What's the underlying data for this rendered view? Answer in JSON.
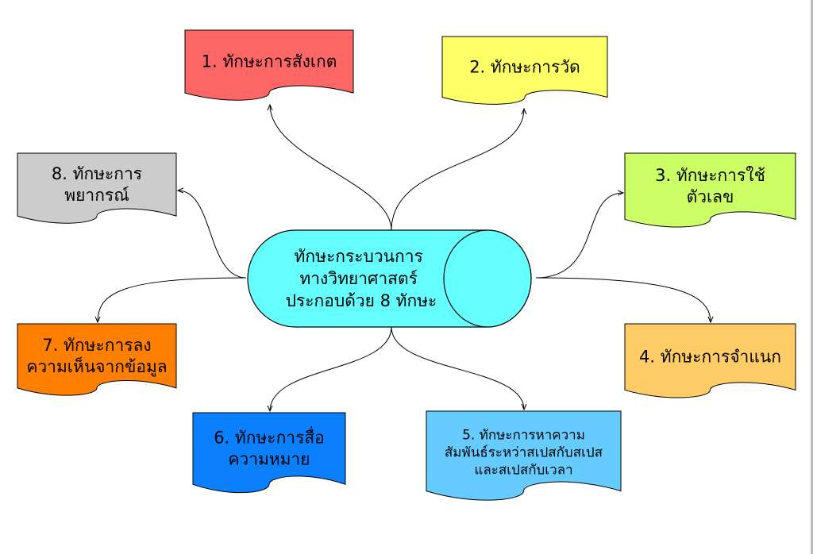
{
  "center": {
    "lines": [
      "ทักษะกระบวนการ",
      "ทางวิทยาศาสตร์",
      "ประกอบด้วย 8 ทักษะ"
    ],
    "color": "#66ffff"
  },
  "skills": [
    {
      "lines": [
        "1. ทักษะการสังเกต"
      ],
      "color": "#ff6666"
    },
    {
      "lines": [
        "2. ทักษะการวัด"
      ],
      "color": "#ffff66"
    },
    {
      "lines": [
        "3. ทักษะการใช้",
        "ตัวเลข"
      ],
      "color": "#ccff66"
    },
    {
      "lines": [
        "4. ทักษะการจำแนก"
      ],
      "color": "#ffcc66"
    },
    {
      "lines": [
        "5. ทักษะการหาความ",
        "สัมพันธ์ระหว่าสเปสกับสเปส",
        "และสเปสกับเวลา"
      ],
      "color": "#66ccff"
    },
    {
      "lines": [
        "6. ทักษะการสื่อ",
        "ความหมาย"
      ],
      "color": "#0a80ff"
    },
    {
      "lines": [
        "7. ทักษะการลง",
        "ความเห็นจากข้อมูล"
      ],
      "color": "#ff8000"
    },
    {
      "lines": [
        "8. ทักษะการ",
        "พยากรณ์"
      ],
      "color": "#cccccc"
    }
  ]
}
